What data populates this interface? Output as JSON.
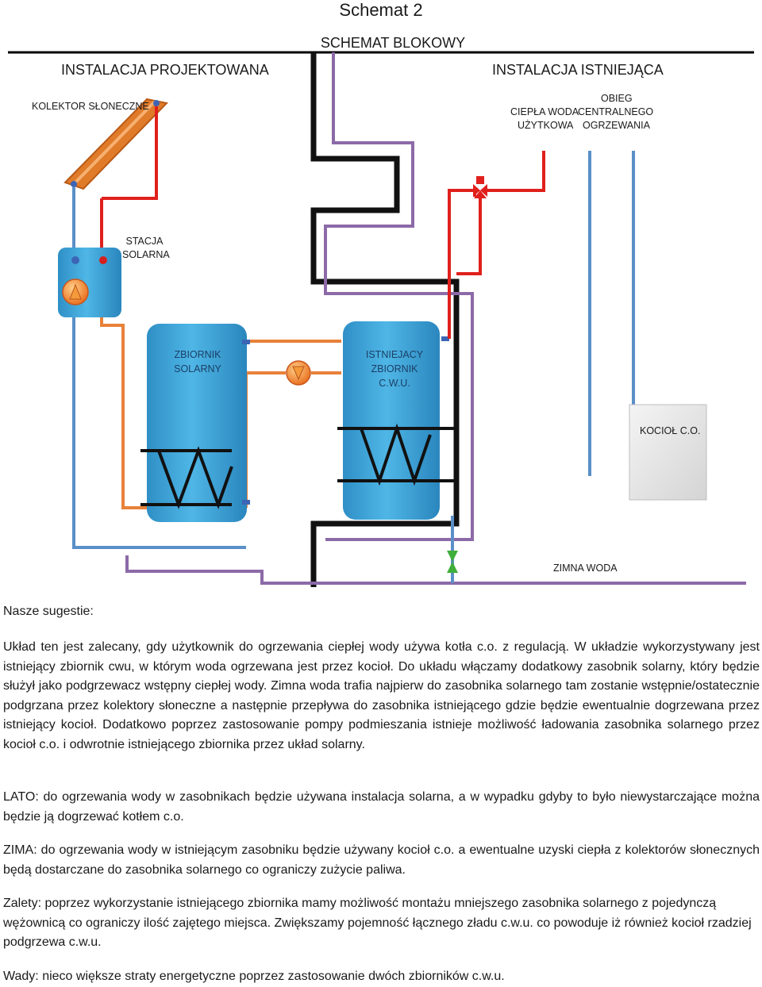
{
  "header": {
    "title": "Schemat 2",
    "subtitle": "SCHEMAT BLOKOWY",
    "left_heading": "INSTALACJA PROJEKTOWANA",
    "right_heading": "INSTALACJA ISTNIEJĄCA"
  },
  "diagram": {
    "collector_label": "KOLEKTOR SŁONECZNE",
    "obieg_label": "OBIEG",
    "cwu_label_1": "CIEPŁA WODA",
    "cwu_label_2": "UŻYTKOWA",
    "co_label_1": "CENTRALNEGO",
    "co_label_2": "OGRZEWANIA",
    "station_label_1": "STACJA",
    "station_label_2": "SOLARNA",
    "solar_tank_label_1": "ZBIORNIK",
    "solar_tank_label_2": "SOLARNY",
    "existing_tank_label_1": "ISTNIEJACY",
    "existing_tank_label_2": "ZBIORNIK",
    "existing_tank_label_3": "C.W.U.",
    "boiler_label": "KOCIOŁ C.O.",
    "cold_water_label": "ZIMNA WODA",
    "colors": {
      "hot_pipe": "#e0201c",
      "cold_pipe": "#5b8fc7",
      "solar_pipe": "#e8813a",
      "loop_pipe": "#8c6aa8",
      "tank_fill": "#3aa0d6",
      "boiler_fill": "#e8e8e8"
    }
  },
  "text": {
    "suggestions_heading": "Nasze sugestie:",
    "p1": "Układ ten jest zalecany, gdy użytkownik do ogrzewania ciepłej wody używa kotła c.o. z regulacją. W układzie wykorzystywany jest istniejący zbiornik cwu, w którym woda ogrzewana jest przez kocioł. Do układu włączamy dodatkowy zasobnik solarny, który będzie służył jako podgrzewacz wstępny ciepłej wody. Zimna woda trafia najpierw do zasobnika solarnego tam zostanie wstępnie/ostatecznie podgrzana przez kolektory słoneczne a następnie przepływa do zasobnika istniejącego gdzie będzie ewentualnie dogrzewana przez istniejący kocioł. Dodatkowo poprzez zastosowanie pompy podmieszania istnieje możliwość ładowania zasobnika solarnego przez kocioł c.o. i odwrotnie istniejącego zbiornika przez układ solarny.",
    "p2": "LATO: do ogrzewania wody w zasobnikach będzie używana instalacja solarna, a w wypadku gdyby to było niewystarczające można będzie ją dogrzewać kotłem c.o.",
    "p3": "ZIMA: do ogrzewania wody w istniejącym zasobniku będzie używany kocioł c.o. a ewentualne uzyski ciepła z kolektorów słonecznych będą dostarczane do zasobnika solarnego co ograniczy zużycie paliwa.",
    "p4": "Zalety: poprzez wykorzystanie istniejącego zbiornika mamy możliwość montażu mniejszego zasobnika solarnego z pojedynczą wężownicą co ograniczy ilość zajętego miejsca. Zwiększamy pojemność łącznego zładu c.w.u. co powoduje iż również kocioł rzadziej podgrzewa c.w.u.",
    "p5": "Wady: nieco większe straty energetyczne poprzez zastosowanie dwóch zbiorników c.w.u."
  }
}
